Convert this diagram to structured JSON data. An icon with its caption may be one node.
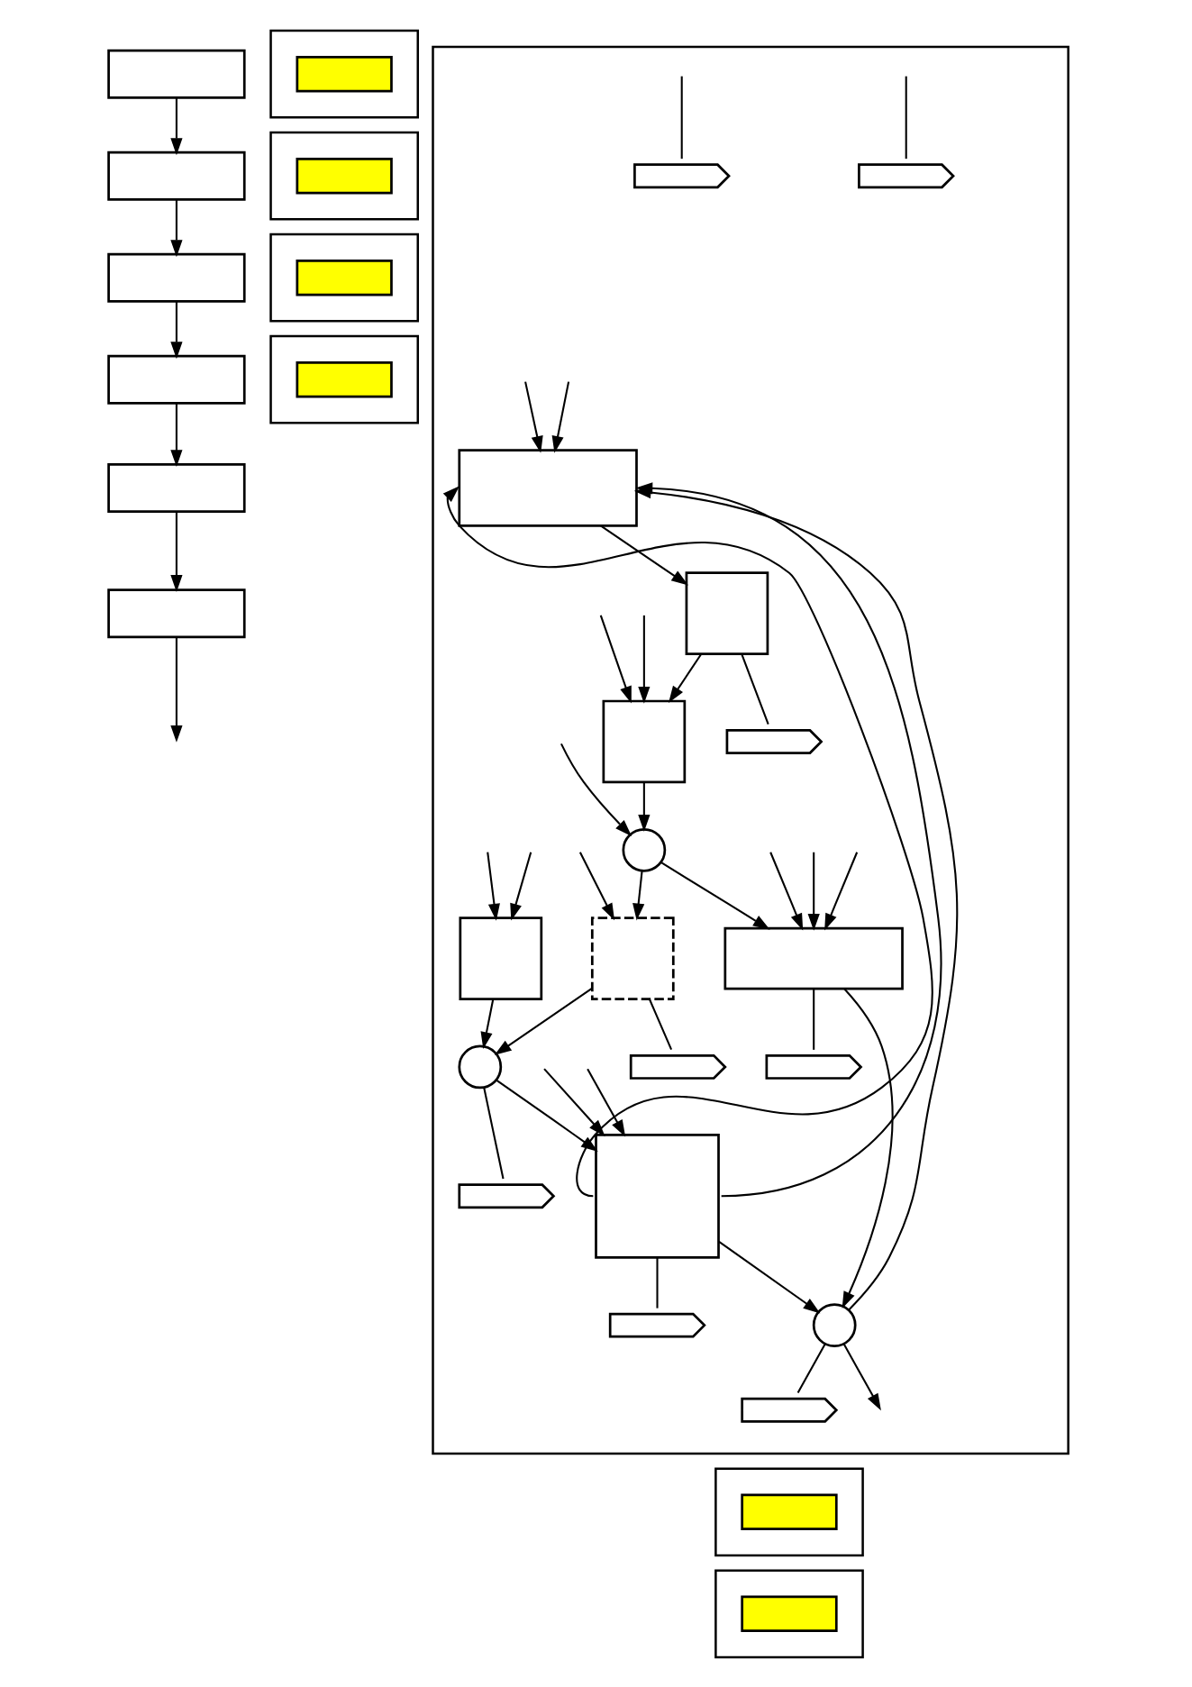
{
  "diagram": {
    "nodes": [
      {
        "text": [],
        "shape": "box"
      },
      {
        "text": [],
        "shape": "box"
      },
      {
        "text": [],
        "shape": "box"
      },
      {
        "text": [],
        "shape": "box"
      },
      {
        "text": [],
        "shape": "box"
      },
      {
        "text": [],
        "shape": "box"
      },
      {
        "text": [],
        "shape": "box"
      },
      {
        "text": [],
        "shape": "box",
        "in": 6
      },
      {
        "text": [],
        "shape": "box"
      },
      {
        "text": [],
        "shape": "box",
        "in": 8
      },
      {
        "text": [],
        "shape": "box"
      },
      {
        "text": [],
        "shape": "box",
        "in": 10
      },
      {
        "text": [],
        "shape": "box"
      },
      {
        "text": [],
        "shape": "box",
        "in": 12
      },
      {
        "text": [],
        "shape": "box"
      },
      {
        "text": [],
        "shape": "box",
        "in": 14
      },
      {
        "text": [],
        "shape": "box",
        "in": 14
      },
      {
        "text": [],
        "shape": "box",
        "in": 14
      },
      {
        "text": [],
        "shape": "box",
        "in": 14
      },
      {
        "text": [],
        "shape": "circle",
        "in": 14
      },
      {
        "text": [],
        "shape": "box",
        "in": 14
      },
      {
        "text": [],
        "shape": "circle",
        "in": 14
      },
      {
        "text": [],
        "shape": "box",
        "in": 14
      },
      {
        "text": [],
        "shape": "circle",
        "in": 14
      },
      {
        "text": [],
        "shape": "box",
        "in": 14
      },
      {
        "text": [],
        "shape": "pentagon",
        "in": 14
      },
      {
        "text": [],
        "shape": "pentagon",
        "in": 14
      },
      {
        "text": [],
        "shape": "pentagon",
        "in": 14
      },
      {
        "text": [],
        "shape": "pentagon",
        "in": 14
      },
      {
        "text": [],
        "shape": "pentagon",
        "in": 14
      },
      {
        "text": [],
        "shape": "pentagon",
        "in": 14
      },
      {
        "text": [],
        "shape": "pentagon",
        "in": 14
      },
      {
        "text": [],
        "shape": "pentagon",
        "in": 14
      },
      {
        "text": [],
        "shape": "box"
      },
      {
        "text": [],
        "shape": "box",
        "in": 33
      },
      {
        "text": [],
        "shape": "box"
      },
      {
        "text": [],
        "shape": "box",
        "in": 35
      }
    ],
    "edges": [
      {
        "from": 0,
        "to": 1,
        "arrow": "to"
      },
      {
        "from": 1,
        "to": 2,
        "arrow": "to"
      },
      {
        "from": 2,
        "to": 3,
        "arrow": "to"
      },
      {
        "from": 3,
        "to": 4,
        "arrow": "to"
      },
      {
        "from": 4,
        "to": 5,
        "arrow": "to"
      },
      {
        "from": 5,
        "to": null,
        "arrow": "to"
      },
      {
        "from": null,
        "to": 15,
        "arrow": "to"
      },
      {
        "from": null,
        "to": 15,
        "arrow": "to"
      },
      {
        "from": 15,
        "to": 16,
        "arrow": "to"
      },
      {
        "from": 16,
        "to": 25,
        "arrow": "none"
      },
      {
        "from": 16,
        "to": 17,
        "arrow": "to"
      },
      {
        "from": null,
        "to": 17,
        "arrow": "to"
      },
      {
        "from": null,
        "to": 17,
        "arrow": "to"
      },
      {
        "from": null,
        "to": 18,
        "arrow": "to"
      },
      {
        "from": null,
        "to": 18,
        "arrow": "to"
      },
      {
        "from": null,
        "to": 18,
        "arrow": "to"
      },
      {
        "from": 18,
        "to": 26,
        "arrow": "none"
      },
      {
        "from": 18,
        "to": 23,
        "arrow": "to"
      },
      {
        "from": null,
        "to": 27,
        "arrow": "none"
      },
      {
        "from": null,
        "to": 19,
        "arrow": "to"
      },
      {
        "from": 17,
        "to": 19,
        "arrow": "to"
      },
      {
        "from": 19,
        "to": 18,
        "arrow": "to"
      },
      {
        "from": 19,
        "to": 20,
        "arrow": "to"
      },
      {
        "from": null,
        "to": 20,
        "arrow": "to"
      },
      {
        "from": 20,
        "to": 28,
        "arrow": "none"
      },
      {
        "from": 20,
        "to": 21,
        "arrow": "to"
      },
      {
        "from": 21,
        "to": 29,
        "arrow": "none"
      },
      {
        "from": 21,
        "to": 22,
        "arrow": "to"
      },
      {
        "from": null,
        "to": 22,
        "arrow": "to"
      },
      {
        "from": null,
        "to": 22,
        "arrow": "to"
      },
      {
        "from": 22,
        "to": 15,
        "arrow": "to"
      },
      {
        "from": 22,
        "to": 15,
        "arrow": "to"
      },
      {
        "from": 22,
        "to": 31,
        "arrow": "none"
      },
      {
        "from": 22,
        "to": 23,
        "arrow": "to"
      },
      {
        "from": 23,
        "to": 15,
        "arrow": "to"
      },
      {
        "from": 23,
        "to": 32,
        "arrow": "none"
      },
      {
        "from": 23,
        "to": null,
        "arrow": "to"
      },
      {
        "from": null,
        "to": 30,
        "arrow": "none"
      },
      {
        "from": null,
        "to": 24,
        "arrow": "to"
      },
      {
        "from": null,
        "to": 24,
        "arrow": "to"
      },
      {
        "from": 24,
        "to": 21,
        "arrow": "to"
      }
    ]
  }
}
